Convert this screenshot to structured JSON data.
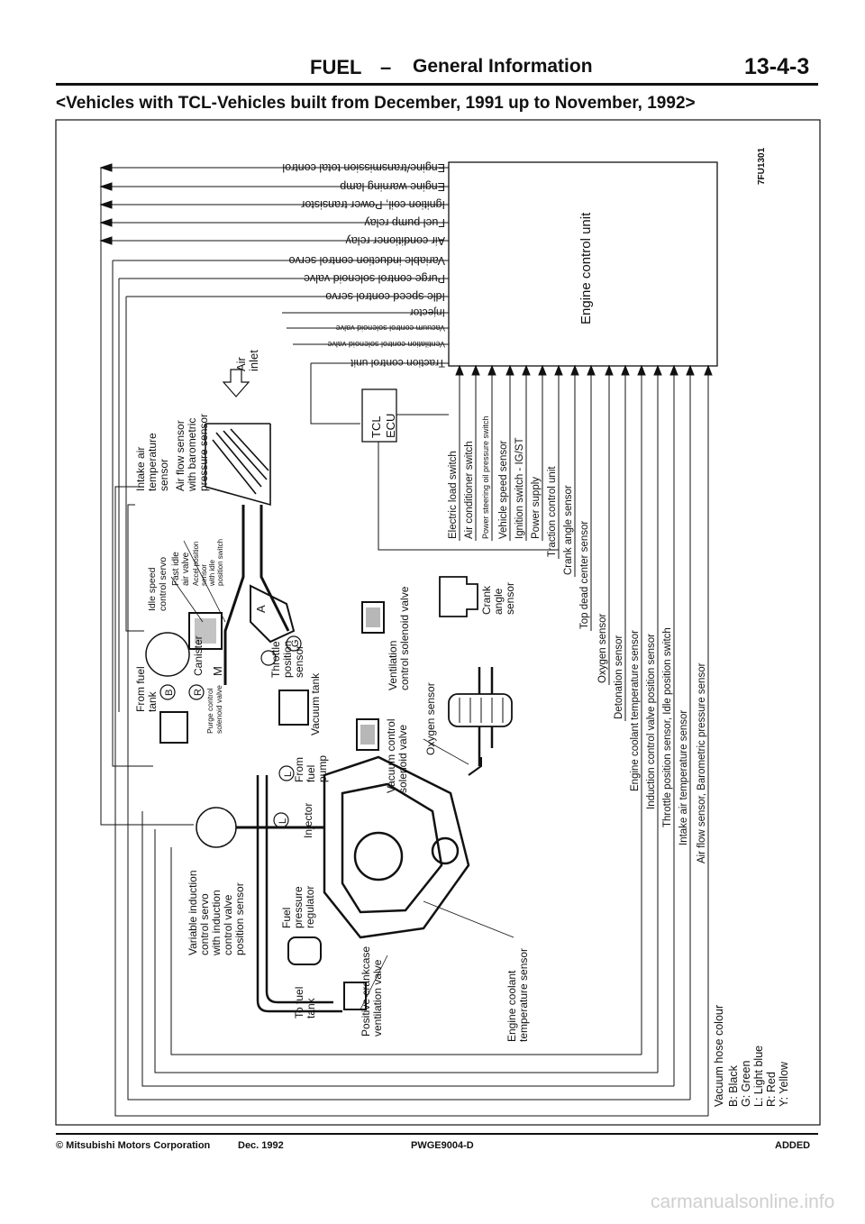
{
  "header": {
    "section_prefix": "FUEL",
    "dash": "–",
    "section_title": "General Information",
    "page_number": "13-4-3",
    "subtitle": "<Vehicles with TCL-Vehicles built from December, 1991 up to November, 1992>"
  },
  "diagram": {
    "figure_id": "7FU1301",
    "ecu_label": "Engine control unit",
    "tcl_ecu_line1": "TCL",
    "tcl_ecu_line2": "ECU",
    "outputs": [
      "Engine/transmission total control",
      "Engine warning lamp",
      "Ignition coil, Power transistor",
      "Fuel pump relay",
      "Air conditioner relay",
      "Variable induction control servo",
      "Purge control solenoid valve",
      "Idle speed control servo",
      "Injector",
      "Vacuum control solenoid valve",
      "Ventilation control solenoid valve",
      "Traction control unit"
    ],
    "inputs": [
      "Electric load switch",
      "Air conditioner switch",
      "Power steering oil pressure switch",
      "Vehicle speed sensor",
      "Ignition switch - IG/ST",
      "Power supply",
      "Traction control unit",
      "Crank angle sensor",
      "Top dead center sensor",
      "Oxygen sensor",
      "Detonation sensor",
      "Engine coolant temperature sensor",
      "Induction control valve position sensor",
      "Throttle position sensor, Idle position switch",
      "Intake air temperature sensor",
      "Air flow sensor, Barometric pressure sensor"
    ],
    "components": {
      "intake_air_temp": [
        "Intake air",
        "temperature",
        "sensor"
      ],
      "air_flow_sensor": [
        "Air flow sensor",
        "with barometric",
        "pressure sensor"
      ],
      "air_inlet": [
        "Air",
        "inlet"
      ],
      "idle_speed_servo": [
        "Idle speed",
        "control servo"
      ],
      "fast_idle": [
        "Fast idle",
        "air valve"
      ],
      "accel_position": [
        "Accel position",
        "sensor",
        "with idle",
        "position switch"
      ],
      "throttle_position": [
        "Throttle",
        "position",
        "sensor"
      ],
      "canister": "Canister",
      "from_fuel_tank": [
        "From fuel",
        "tank"
      ],
      "purge_control": [
        "Purge control",
        "solenoid valve"
      ],
      "vacuum_tank": "Vacuum tank",
      "from_fuel_pump": [
        "From",
        "fuel",
        "pump"
      ],
      "injector": "Injector",
      "vacuum_control": [
        "Vacuum control",
        "solenoid valve"
      ],
      "ventilation_control": [
        "Ventilation",
        "control solenoid valve"
      ],
      "oxygen_sensor": "Oxygen sensor",
      "crank_angle": [
        "Crank",
        "angle",
        "sensor"
      ],
      "variable_induction": [
        "Variable induction",
        "control servo",
        "with induction",
        "control valve",
        "position sensor"
      ],
      "fuel_pressure_regulator": [
        "Fuel",
        "pressure",
        "regulator"
      ],
      "to_fuel_tank": [
        "To fuel",
        "tank"
      ],
      "pcv": [
        "Positive crankcase",
        "ventilation valve"
      ],
      "coolant_temp": [
        "Engine coolant",
        "temperature sensor"
      ]
    },
    "hose_markers": [
      "B",
      "R",
      "M",
      "G",
      "L",
      "L",
      "A"
    ],
    "legend": {
      "title": "Vacuum hose colour",
      "items": [
        "B: Black",
        "G: Green",
        "L: Light blue",
        "R: Red",
        "Y: Yellow"
      ]
    }
  },
  "footer": {
    "copyright": "© Mitsubishi Motors Corporation",
    "date": "Dec. 1992",
    "doc_code": "PWGE9004-D",
    "status": "ADDED"
  },
  "watermark": "carmanualsonline.info"
}
